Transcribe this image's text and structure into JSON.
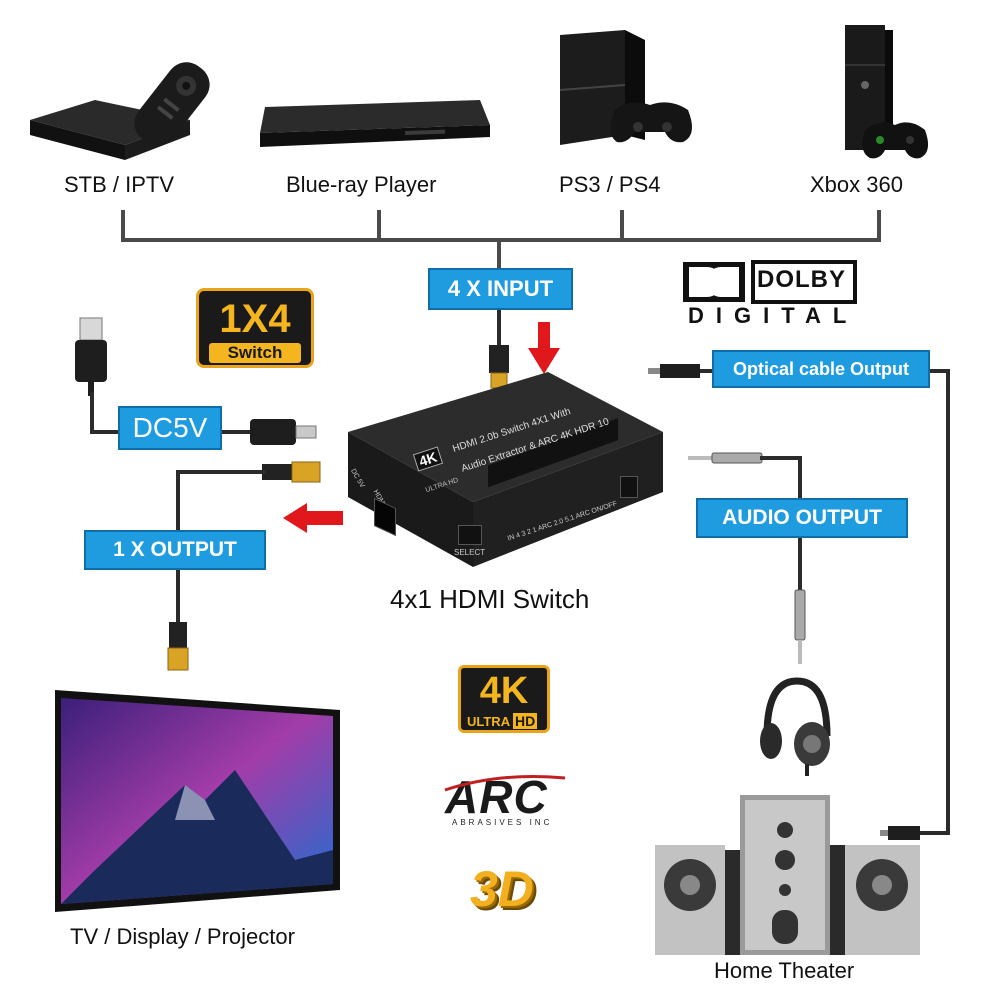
{
  "devices": {
    "stb": "STB / IPTV",
    "bluray": "Blue-ray Player",
    "ps": "PS3 / PS4",
    "xbox": "Xbox 360"
  },
  "labels": {
    "input": "4 X INPUT",
    "output": "1 X OUTPUT",
    "dc": "DC5V",
    "optical": "Optical cable Output",
    "audio": "AUDIO OUTPUT",
    "switch_name": "4x1 HDMI Switch",
    "tv": "TV / Display / Projector",
    "home_theater": "Home Theater"
  },
  "badges": {
    "switch_top": "1X4",
    "switch_bottom": "Switch",
    "dolby_top": "DOLBY",
    "dolby_bottom": "DIGITAL",
    "uhd_top": "4K",
    "uhd_ultra": "ULTRA",
    "uhd_hd": "HD",
    "arc": "ARC",
    "arc_sub": "ABRASIVES INC",
    "three_d": "3D"
  },
  "device_panel": {
    "badge_4k": "4K",
    "line1": "HDMI 2.0b Switch 4X1 With",
    "line2": "Audio Extractor & ARC 4K HDR 10",
    "ports": "IN  4  3  2  1  ARC  2.0  5.1  ARC ON/OFF",
    "select": "SELECT",
    "dc": "DC 5V",
    "hdmi_out": "HDMI OUT",
    "brand": "ULTRA HD"
  },
  "colors": {
    "blue": "#1f9be0",
    "red": "#e0181c",
    "gold": "#f2b01e",
    "dark": "#1a1a1a"
  }
}
